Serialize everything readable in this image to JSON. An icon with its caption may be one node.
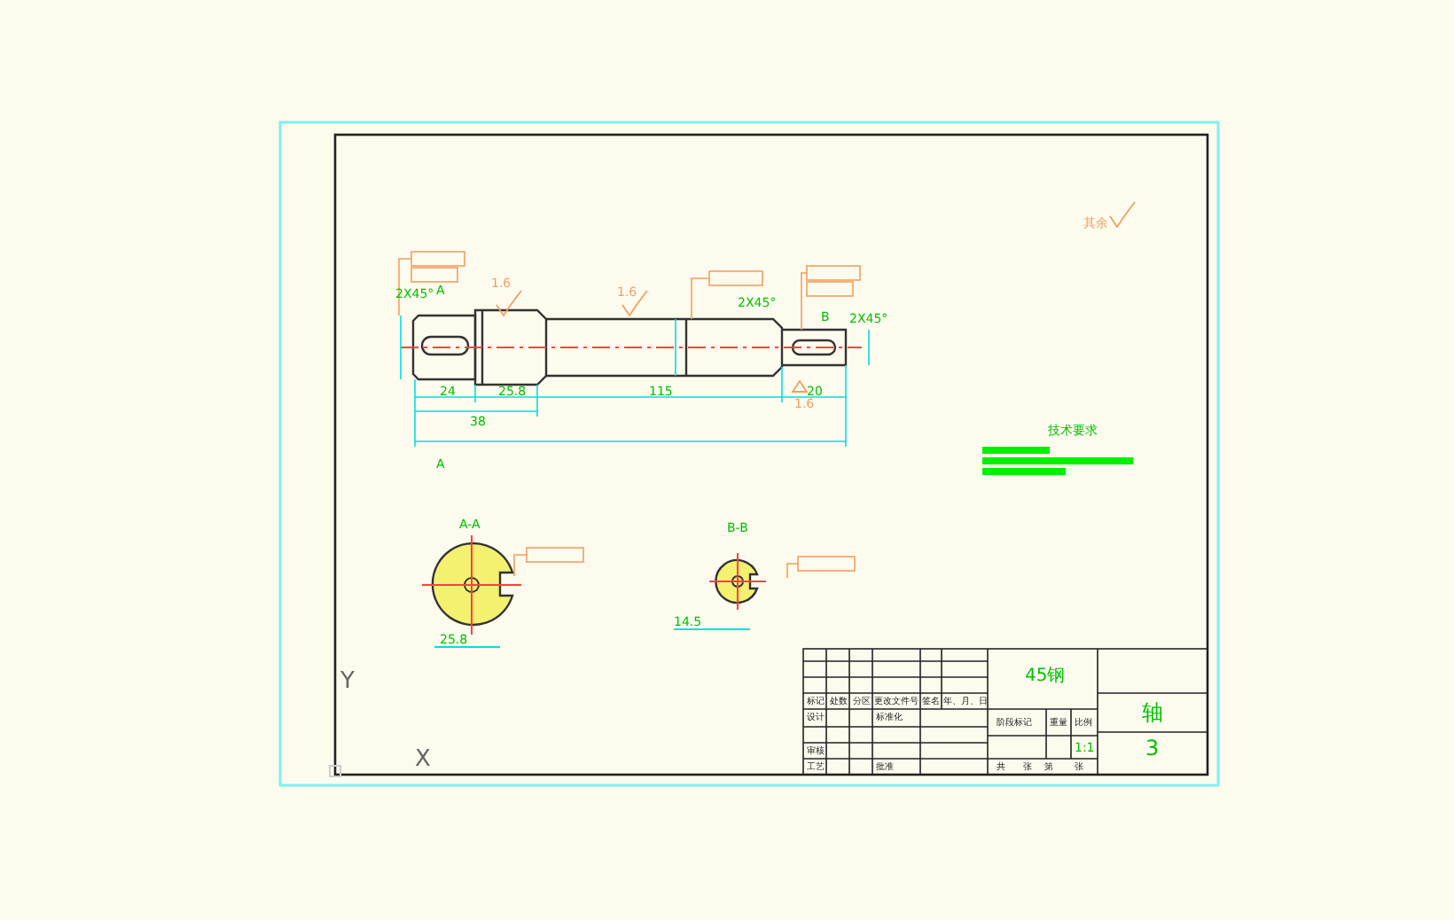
{
  "diagram": {
    "labels": [
      "2X45°",
      "2X45°",
      "2X45°",
      "1.6",
      "1.6",
      "1.6",
      "A",
      "A",
      "B",
      "24",
      "25.8",
      "38",
      "115",
      "20",
      "A-A",
      "B-B",
      "25.8",
      "14.5",
      "其余",
      "技术要求",
      "标记",
      "处数",
      "分区",
      "更改文件号",
      "签名",
      "年、月、日",
      "设计",
      "标准化",
      "审核",
      "工艺",
      "批准",
      "阶段标记",
      "重量",
      "比例",
      "1:1",
      "共",
      "张",
      "第",
      "张",
      "45钢",
      "轴",
      "3",
      "Y",
      "X"
    ]
  }
}
